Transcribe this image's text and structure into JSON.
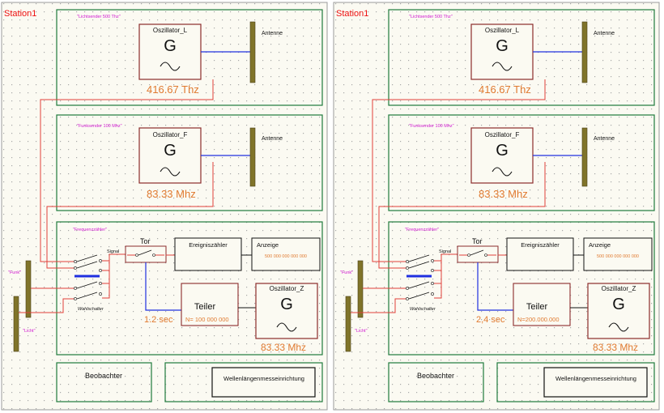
{
  "stations": [
    {
      "station_label": "Station1",
      "licht_group_label": "\"Lichtsender 500 Thz\"",
      "funk_group_label": "\"Funksender 100 Mhz\"",
      "freq_group_label": "\"Frequenzzähler\"",
      "osc_l_name": "Oszillator_L",
      "osc_l_symbol": "G",
      "osc_l_freq": "416.67 Thz",
      "antenna_l_label": "Antenne",
      "osc_f_name": "Oszillator_F",
      "osc_f_symbol": "G",
      "osc_f_freq": "83.33 Mhz",
      "antenna_f_label": "Antenne",
      "funk_label": "\"Funk\"",
      "licht_label": "\"Licht\"",
      "switch_label": "Wahlschalter",
      "signal_label": "Signal",
      "tor_label": "Tor",
      "counter_label": "Ereigniszähler",
      "display_label": "Anzeige",
      "display_value": "500 000 000 000 000",
      "divider_label": "Teiler",
      "divider_value": "N= 100 000 000",
      "gate_time": "1.2 sec",
      "osc_z_name": "Oszillator_Z",
      "osc_z_symbol": "G",
      "osc_z_freq": "83.33 Mhz",
      "observer_label": "Beobachter",
      "wavelength_label": "Wellenlängenmesseinrichtung"
    },
    {
      "station_label": "Station1",
      "licht_group_label": "\"Lichtsender 500 Thz\"",
      "funk_group_label": "\"Funksender 100 Mhz\"",
      "freq_group_label": "\"Frequenzzähler\"",
      "osc_l_name": "Oszillator_L",
      "osc_l_symbol": "G",
      "osc_l_freq": "416.67 Thz",
      "antenna_l_label": "Antenne",
      "osc_f_name": "Oszillator_F",
      "osc_f_symbol": "G",
      "osc_f_freq": "83.33 Mhz",
      "antenna_f_label": "Antenne",
      "funk_label": "\"Funk\"",
      "licht_label": "\"Licht\"",
      "switch_label": "Wahlschalter",
      "signal_label": "Signal",
      "tor_label": "Tor",
      "counter_label": "Ereigniszähler",
      "display_label": "Anzeige",
      "display_value": "500 000 000 000 000",
      "divider_label": "Teiler",
      "divider_value": "N=200.000.000",
      "gate_time": "2,4 sec",
      "osc_z_name": "Oszillator_Z",
      "osc_z_symbol": "G",
      "osc_z_freq": "83.33 Mhz",
      "observer_label": "Beobachter",
      "wavelength_label": "Wellenlängenmesseinrichtung"
    }
  ],
  "colors": {
    "group_border": "#1f7a3c",
    "device_border": "#8b2c2c",
    "wire_red": "#e0403a",
    "wire_blue": "#2030e0",
    "antenna": "#80742a",
    "frequency_text": "#e07a30",
    "group_label": "#d018d0",
    "station_label": "#ee1111"
  }
}
